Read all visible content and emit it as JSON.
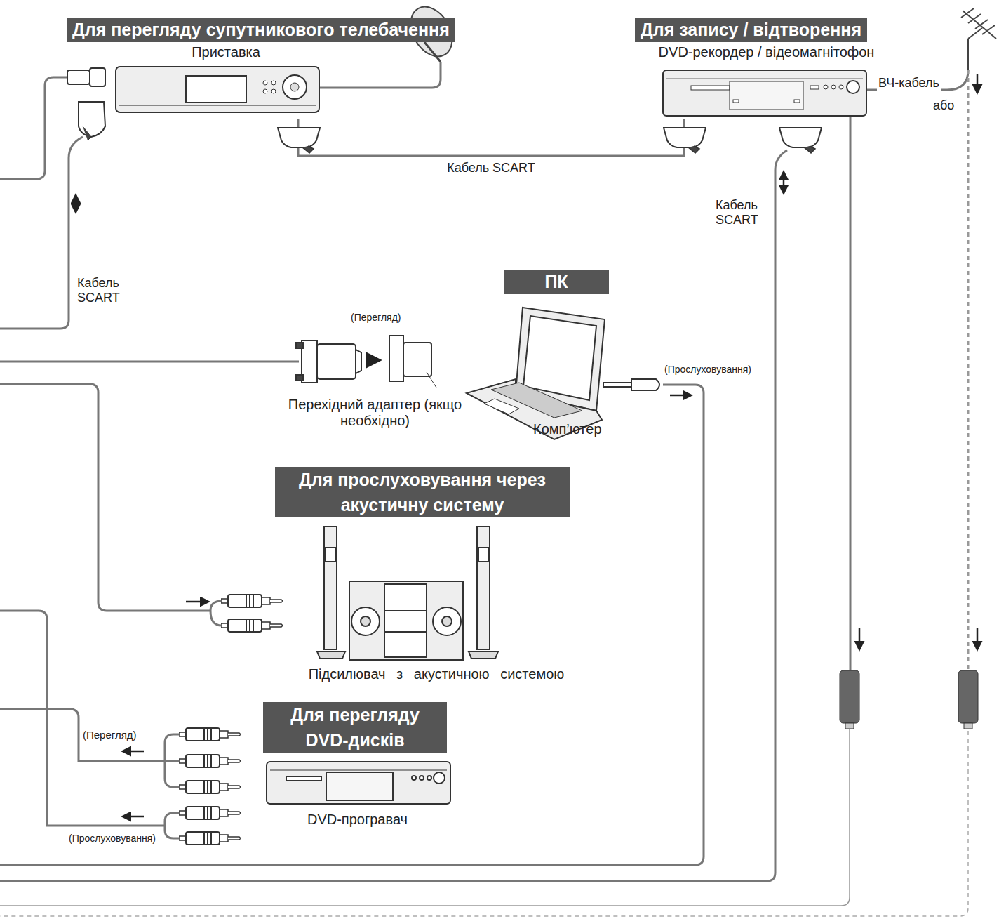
{
  "diagram": {
    "nodes": [
      {
        "text": [
          "Для перегляду супутникового телебачення",
          "Приставка"
        ]
      },
      {
        "text": [
          "Для запису / відтворення",
          "DVD-рекордер / відеомагнітофон"
        ]
      },
      {
        "text": [
          "ПК",
          "Комп’ютер"
        ]
      },
      {
        "text": [
          "Для прослуховування через акустичну систему",
          "Підсилювач з акустичною системою"
        ]
      },
      {
        "text": [
          "Для перегляду DVD-дисків",
          "DVD-програвач"
        ]
      }
    ],
    "edges": [
      {
        "from": 0,
        "to": 1,
        "label": "Кабель SCART",
        "arrow": "none"
      }
    ],
    "labels": [
      "Кабель SCART",
      "(Перегляд)",
      "Перехідний адаптер (якщо необхідно)",
      "(Прослуховування)",
      "Кабель SCART",
      "ВЧ-кабель",
      "або",
      "(Перегляд)",
      "(Прослуховування)"
    ]
  }
}
